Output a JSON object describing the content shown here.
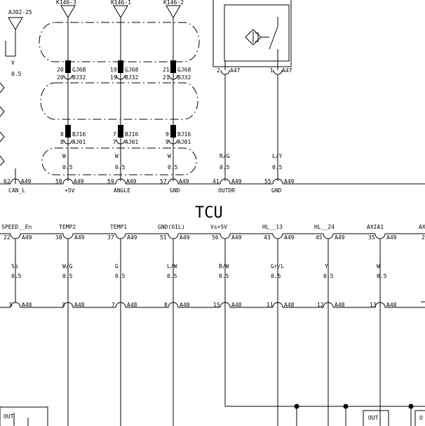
{
  "top_connectors": {
    "ground_labels": [
      "AJ02-25",
      "K146-3",
      "K146-1",
      "K146-2"
    ],
    "left_wire": {
      "color": "V",
      "gauge": "0.5"
    },
    "columns": [
      {
        "gj68_pin": "20",
        "bj32_pin": "20",
        "bj16_pin": "8",
        "aj01_pin": "8",
        "color": "W",
        "gauge": "0.5",
        "a49_pin": "58",
        "func": "+5V"
      },
      {
        "gj68_pin": "19",
        "bj32_pin": "19",
        "bj16_pin": "7",
        "aj01_pin": "7",
        "color": "W",
        "gauge": "0.5",
        "a49_pin": "59",
        "func": "ANGLE"
      },
      {
        "gj68_pin": "21",
        "bj32_pin": "21",
        "bj16_pin": "9",
        "aj01_pin": "9",
        "color": "W",
        "gauge": "0.5",
        "a49_pin": "57",
        "func": "GND"
      }
    ],
    "conn_names": {
      "gj68": "GJ68",
      "bj32": "BJ32",
      "bj16": "BJ16",
      "aj01": "AJ01",
      "a49": "A49",
      "a47": "A47"
    },
    "can_pin": "62",
    "can_func": "CAN_L",
    "switch_pins": [
      "2",
      "1"
    ],
    "right_wires": [
      {
        "color": "R/G",
        "gauge": "0.5",
        "a49_pin": "41",
        "func": "OUTDR"
      },
      {
        "color": "L/Y",
        "gauge": "0.5",
        "a49_pin": "55",
        "func": "GND"
      }
    ]
  },
  "tcu": {
    "title": "TCU",
    "signals": [
      {
        "func": "SPEED__En",
        "pin": "22",
        "color": "Sb",
        "gauge": "0.5",
        "a48_pin": "5"
      },
      {
        "func": "TEMP2",
        "pin": "38",
        "color": "W/G",
        "gauge": "0.5",
        "a48_pin": "3"
      },
      {
        "func": "TEMP1",
        "pin": "37",
        "color": "G",
        "gauge": "0.5",
        "a48_pin": "7"
      },
      {
        "func": "GND(OIL)",
        "pin": "51",
        "color": "L/W",
        "gauge": "0.5",
        "a48_pin": "8"
      },
      {
        "func": "Vs+5V",
        "pin": "56",
        "color": "B/W",
        "gauge": "0.5",
        "a48_pin": "15"
      },
      {
        "func": "HL__13",
        "pin": "43",
        "color": "Gr/L",
        "gauge": "0.5",
        "a48_pin": "11"
      },
      {
        "func": "HL__24",
        "pin": "45",
        "color": "Y",
        "gauge": "0.5",
        "a48_pin": "12"
      },
      {
        "func": "AXIA1",
        "pin": "35",
        "color": "W",
        "gauge": "0.5",
        "a48_pin": "13"
      }
    ],
    "a49": "A49",
    "a48": "A48",
    "cut_right_func": "AX",
    "cut_right_pin": "2"
  },
  "bottom": {
    "out_labels": [
      "OUT",
      "OUT",
      "O"
    ]
  }
}
